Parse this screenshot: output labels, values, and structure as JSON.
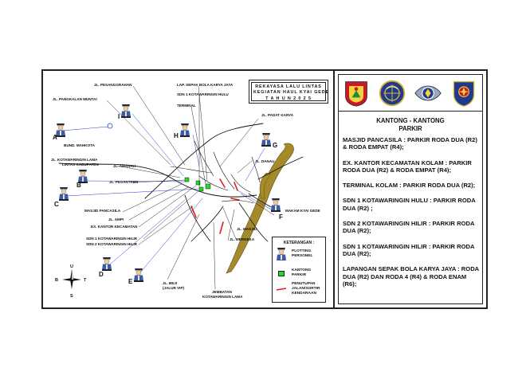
{
  "title_box": {
    "line1": "REKAYASA LALU LINTAS",
    "line2": "KEGIATAN HAUL KYAI GEDE",
    "line3": "T A H U N   2 0 2 5"
  },
  "map_labels": {
    "jl_pesanggrahan": "JL. PESANGGRAHAN",
    "jl_pangkalan_muntai": "JL. PANGKALAN MUNTAI",
    "bund_mahkota": "BUND. MAHKOTA",
    "jl_kotawaringin_lama_1": "JL. KOTAWARINGIN LAMA",
    "jl_kotawaringin_lama_2": "LINTAS KABUPATEN",
    "jl_amanah": "JL. AMANAH",
    "jl_pesantren": "JL. PESANTREN",
    "masjid_pancasila": "MASJID PANCASILA",
    "jl_ampi": "JL. AMPI",
    "ex_kantor_kecamatan": "EX. KANTOR KECAMATAN",
    "sdn1_hilir": "SDN 1 KOTAWARINGIN HILIR",
    "sdn2_hilir": "SDN 2 KOTAWARINGIN HILIR",
    "lap_sepak_bola": "LAP. SEPAK BOLA KARYA JAYA",
    "sdn1_hulu": "SDN 1 KOTAWARINGIN HULU",
    "terminal": "TERMINAL",
    "jl_padat_karya": "JL. PADAT KARYA",
    "jl_danau": "JL. DANAU",
    "makam_kyai_gede": "MAKAM KYAI GEDE",
    "jl_masjid": "JL. MASJID",
    "jl_merdeka": "JL. MERDEKA",
    "jl_beji_1": "JL. BEJI",
    "jl_beji_2": "(JALUR VIP)",
    "jembatan_1": "JEMBATAN",
    "jembatan_2": "KOTAWARINGIN LAMA"
  },
  "posts": [
    "A",
    "B",
    "C",
    "D",
    "E",
    "F",
    "G",
    "H",
    "I"
  ],
  "compass": {
    "u": "U",
    "s": "S",
    "b": "B",
    "t": "T"
  },
  "legend": {
    "title": "KETERANGAN :",
    "personnel_1": "PLOTTING",
    "personnel_2": "PERSONEL",
    "parking_1": "KANTONG",
    "parking_2": "PARKIR",
    "closure_1": "PENUTUPAN",
    "closure_2": "JALAN/SORTIR",
    "closure_3": "KENDARAAN"
  },
  "info": {
    "title_1": "KANTONG - KANTONG",
    "title_2": "PARKIR",
    "entries": [
      "MASJID PANCASILA : PARKIR RODA DUA (R2) & RODA EMPAT (R4);",
      "EX. KANTOR KECAMATAN KOLAM : PARKIR RODA DUA (R2) & RODA EMPAT (R4);",
      "TERMINAL KOLAM : PARKIR RODA DUA (R2);",
      "SDN 1 KOTAWARINGIN HULU : PARKIR RODA DUA (R2) ;",
      "SDN 2 KOTAWARINGIN HILIR : PARKIR RODA DUA (R2);",
      "SDN 1 KOTAWARINGIN HILIR : PARKIR RODA DUA (R2);",
      "LAPANGAN SEPAK BOLA KARYA JAYA : RODA DUA (R2) DAN RODA 4 (R4) & RODA ENAM (R6);"
    ]
  },
  "colors": {
    "river": "#a48a2a",
    "parking": "#1edc21",
    "closure": "#e21b1b",
    "pointer": "#2b3bd6",
    "road": "#111111"
  }
}
